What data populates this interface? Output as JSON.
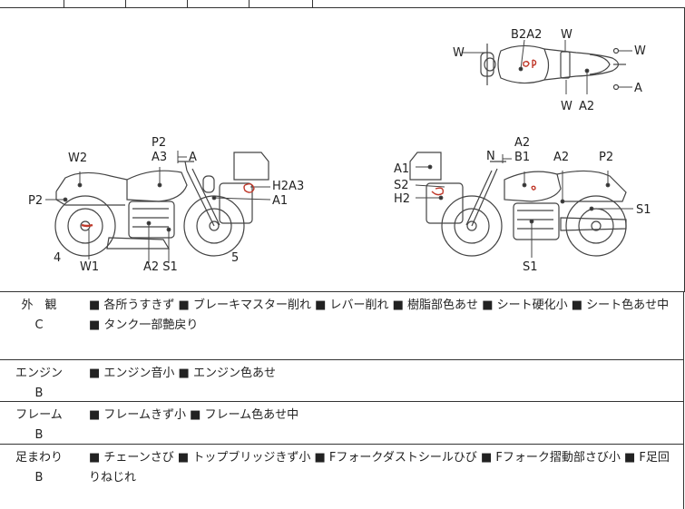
{
  "diagram": {
    "side_left_labels": {
      "p2_top": "P2",
      "a3": "A3",
      "a_top": "A",
      "w2": "W2",
      "p2_left": "P2",
      "h2a3": "H2A3",
      "a1": "A1",
      "four": "4",
      "w1": "W1",
      "a2s1": "A2 S1",
      "five": "5"
    },
    "side_right_labels": {
      "a2_top": "A2",
      "n": "N",
      "b1": "B1",
      "a2_mid": "A2",
      "p2": "P2",
      "a1": "A1",
      "s2": "S2",
      "h2": "H2",
      "s1_right": "S1",
      "s1_bottom": "S1"
    },
    "top_view_labels": {
      "w_left": "W",
      "b2a2": "B2A2",
      "w_top": "W",
      "w_right": "W",
      "a_right": "A",
      "w_bottom": "W",
      "a2_bottom": "A2"
    }
  },
  "conditions": [
    {
      "category": "外　観",
      "grade": "C",
      "description": "■ 各所うすきず ■ ブレーキマスター削れ ■ レバー削れ ■ 樹脂部色あせ ■ シート硬化小 ■ シート色あせ中 ■ タンク一部艶戻り"
    },
    {
      "category": "エンジン",
      "grade": "B",
      "description": "■ エンジン音小 ■ エンジン色あせ"
    },
    {
      "category": "フレーム",
      "grade": "B",
      "description": "■ フレームきず小 ■ フレーム色あせ中"
    },
    {
      "category": "足まわり",
      "grade": "B",
      "description": "■ チェーンさび ■ トップブリッジきず小 ■ Fフォークダストシールひび ■ Fフォーク摺動部さび小 ■ F足回りねじれ"
    }
  ]
}
